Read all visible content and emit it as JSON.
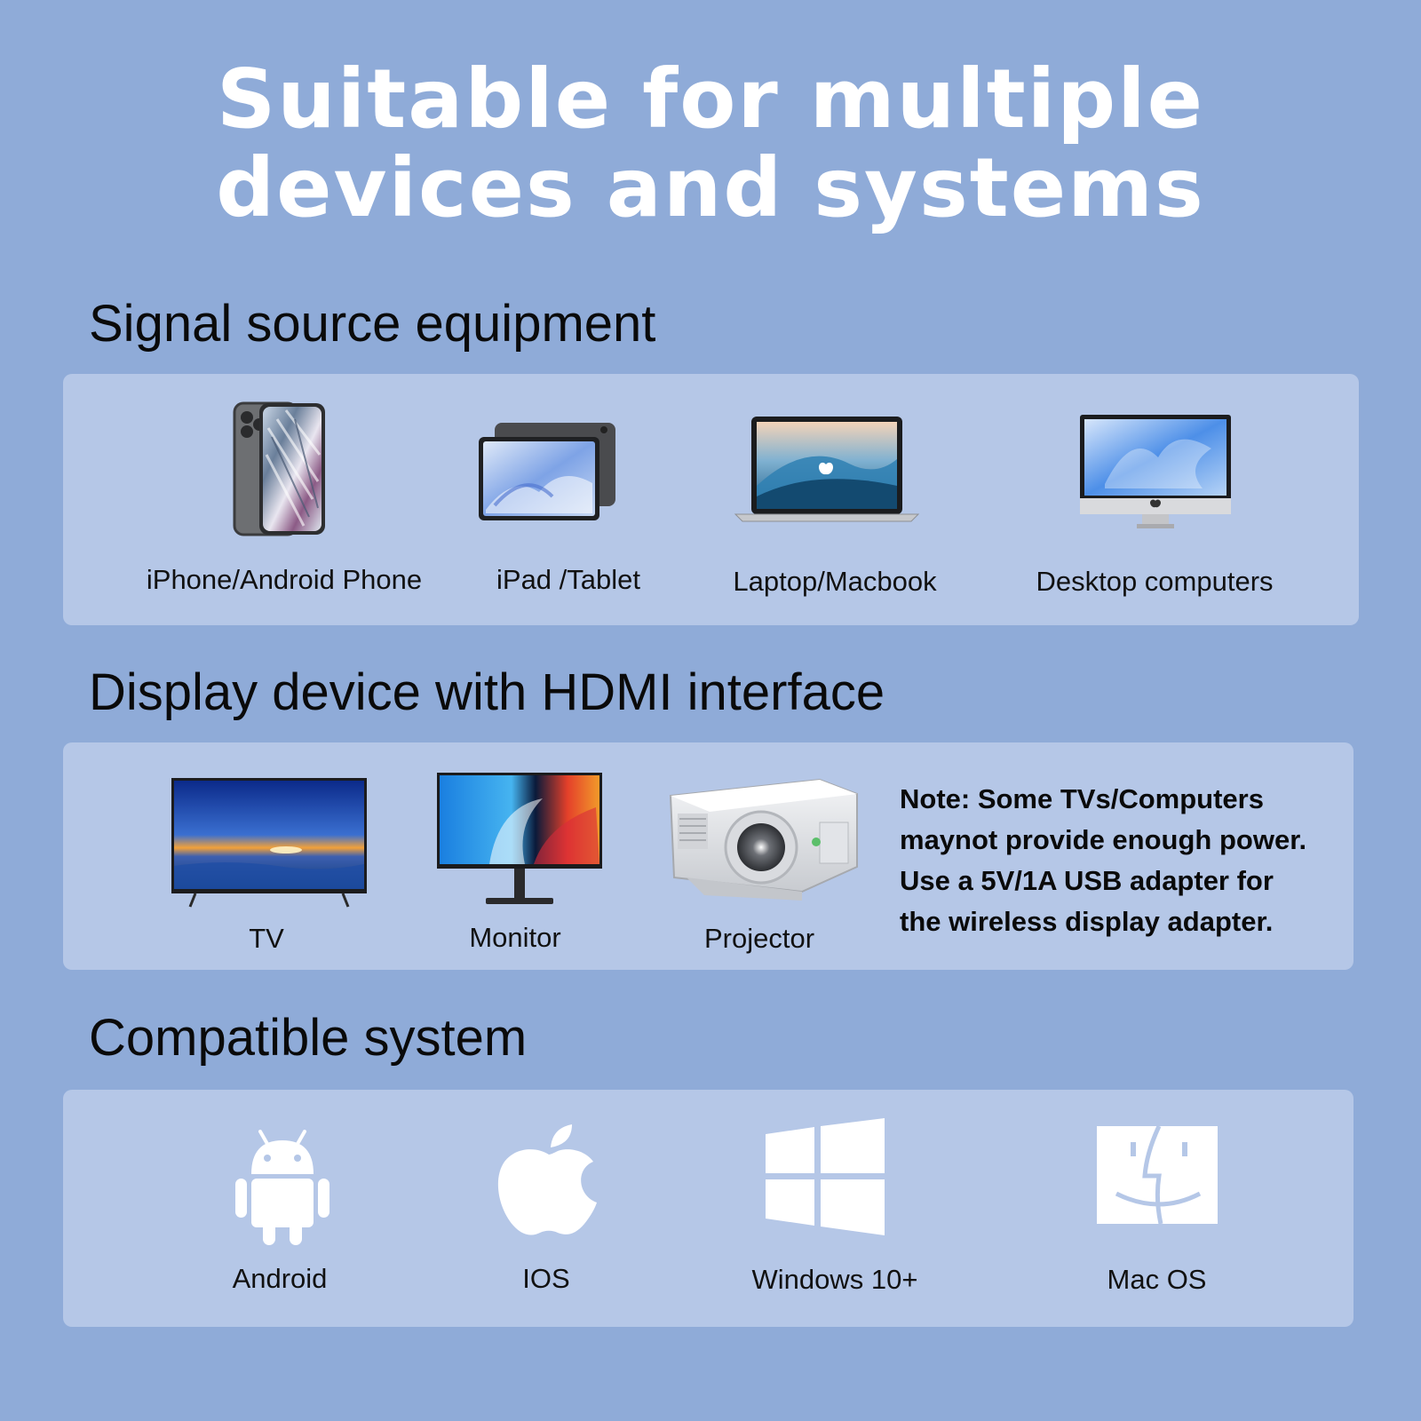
{
  "header": {
    "title_line1": "Suitable for multiple",
    "title_line2": "devices and systems"
  },
  "signal_source": {
    "heading": "Signal source equipment",
    "items": [
      {
        "label": "iPhone/Android Phone",
        "icon": "smartphone-icon"
      },
      {
        "label": "iPad /Tablet",
        "icon": "tablet-icon"
      },
      {
        "label": "Laptop/Macbook",
        "icon": "laptop-icon"
      },
      {
        "label": "Desktop computers",
        "icon": "desktop-computer-icon"
      }
    ]
  },
  "display_devices": {
    "heading": "Display device with HDMI interface",
    "items": [
      {
        "label": "TV",
        "icon": "tv-icon"
      },
      {
        "label": "Monitor",
        "icon": "monitor-icon"
      },
      {
        "label": "Projector",
        "icon": "projector-icon"
      }
    ],
    "note_lines": [
      "Note: Some TVs/Computers",
      "maynot provide enough power.",
      "Use a 5V/1A USB adapter for",
      "the wireless display adapter."
    ]
  },
  "compatible_system": {
    "heading": "Compatible system",
    "items": [
      {
        "label": "Android",
        "icon": "android-icon"
      },
      {
        "label": "IOS",
        "icon": "apple-icon"
      },
      {
        "label": "Windows 10+",
        "icon": "windows-icon"
      },
      {
        "label": "Mac OS",
        "icon": "mac-finder-icon"
      }
    ]
  },
  "colors": {
    "background": "#8fabd8",
    "panel": "#b5c7e7",
    "title_text": "#ffffff",
    "body_text": "#0a0a0a"
  }
}
